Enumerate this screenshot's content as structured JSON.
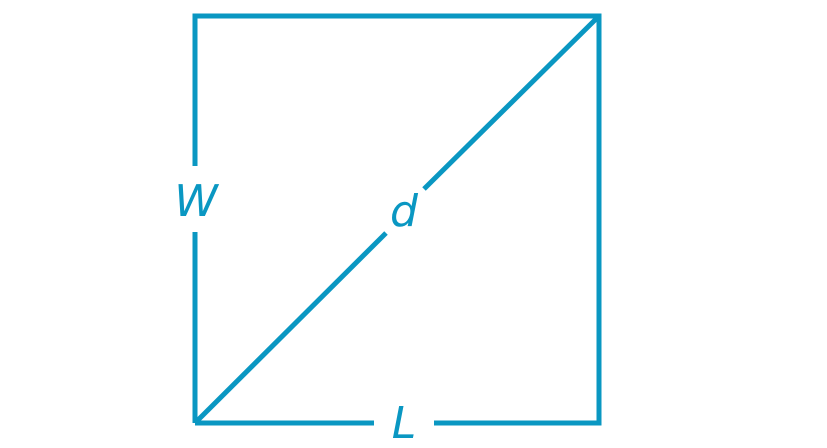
{
  "diagram": {
    "labels": {
      "width": "W",
      "diagonal": "d",
      "length": "L"
    },
    "stroke_color": "#0A97C2"
  }
}
